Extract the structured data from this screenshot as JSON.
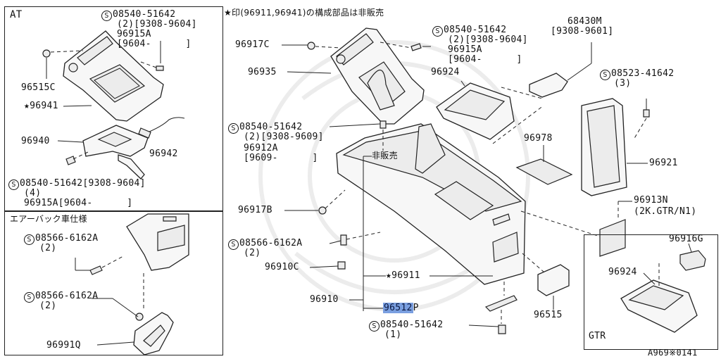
{
  "title_note": "★印(96911,96941)の構成部品は非販売",
  "figure_code": "A969※0141",
  "inset_at": {
    "title": "AT",
    "labels": {
      "screw_top": "08540-51642",
      "screw_top_qty": "(2)[9308-9604]",
      "clip_96915a": "96915A",
      "clip_96915a_date": "[9604-      ]",
      "p96515c": "96515C",
      "p96941": "★96941",
      "p96940": "96940",
      "p96942": "96942",
      "screw_bottom": "08540-51642[9308-9604]",
      "screw_bottom_qty": "(4)",
      "clip_bottom": "96915A[9604-      ]"
    }
  },
  "inset_airbag": {
    "title": "エアーバック車仕様",
    "labels": {
      "screw1": "08566-6162A",
      "screw1_qty": "(2)",
      "screw2": "08566-6162A",
      "screw2_qty": "(2)",
      "p96991q": "96991Q"
    }
  },
  "inset_gtr": {
    "title": "GTR",
    "labels": {
      "p96916g": "96916G",
      "p96924": "96924"
    }
  },
  "main": {
    "labels": {
      "p96917c": "96917C",
      "p96935": "96935",
      "screw_a": "08540-51642",
      "screw_a_qty": "(2)[9308-9604]",
      "clip_a": "96915A",
      "clip_a_date": "[9604-      ]",
      "p68430m": "68430M",
      "p68430m_date": "[9308-9601]",
      "screw_b": "08523-41642",
      "screw_b_qty": "(3)",
      "p96924": "96924",
      "screw_c": "08540-51642",
      "screw_c_qty": "(2)[9308-9609]",
      "clip_c": "96912A",
      "clip_c_date": "[9609-      ]",
      "not_for_sale": "非販売",
      "p96978": "96978",
      "p96921": "96921",
      "p96917b": "96917B",
      "p96913n": "96913N",
      "p96913n_note": "(2K.GTR/N1)",
      "screw_d": "08566-6162A",
      "screw_d_qty": "(2)",
      "p96910c": "96910C",
      "p96911": "★96911",
      "p96910": "96910",
      "p96512p_hl": "96512",
      "p96512p_tail": "P",
      "p96515": "96515",
      "screw_e": "08540-51642",
      "screw_e_qty": "(1)"
    }
  },
  "circle_symbol": "S"
}
